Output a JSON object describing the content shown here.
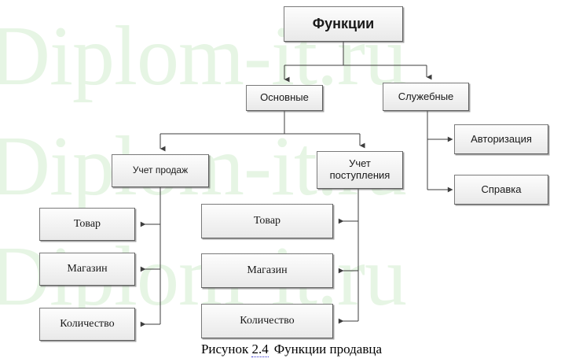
{
  "document": {
    "caption_prefix": "Рисунок",
    "caption_number": "2.4",
    "caption_title": "Функции продавца",
    "watermark_text": "Diplom-it.ru"
  },
  "colors": {
    "box_border": "#7a7a7a",
    "box_fill_top": "#fdfdfd",
    "box_fill_bottom": "#e9e9e9",
    "connector": "#3d3d3d",
    "watermark": "#e6f5e4",
    "caption_field_underline": "#3333cc"
  },
  "chart_data": {
    "type": "diagram",
    "diagram_kind": "tree",
    "title": "Функции продавца",
    "nodes": [
      {
        "id": "root",
        "label": "Функции",
        "level": 0
      },
      {
        "id": "main",
        "label": "Основные",
        "level": 1
      },
      {
        "id": "service",
        "label": "Служебные",
        "level": 1
      },
      {
        "id": "auth",
        "label": "Авторизация",
        "level": 2
      },
      {
        "id": "help",
        "label": "Справка",
        "level": 2
      },
      {
        "id": "sales",
        "label": "Учет продаж",
        "level": 2
      },
      {
        "id": "receipt",
        "label": "Учет поступления",
        "level": 2
      },
      {
        "id": "sales-goods",
        "label": "Товар",
        "level": 3
      },
      {
        "id": "sales-shop",
        "label": "Магазин",
        "level": 3
      },
      {
        "id": "sales-qty",
        "label": "Количество",
        "level": 3
      },
      {
        "id": "receipt-goods",
        "label": "Товар",
        "level": 3
      },
      {
        "id": "receipt-shop",
        "label": "Магазин",
        "level": 3
      },
      {
        "id": "receipt-qty",
        "label": "Количество",
        "level": 3
      }
    ],
    "edges": [
      {
        "from": "root",
        "to": "main"
      },
      {
        "from": "root",
        "to": "service"
      },
      {
        "from": "service",
        "to": "auth"
      },
      {
        "from": "service",
        "to": "help"
      },
      {
        "from": "main",
        "to": "sales"
      },
      {
        "from": "main",
        "to": "receipt"
      },
      {
        "from": "sales",
        "to": "sales-goods"
      },
      {
        "from": "sales",
        "to": "sales-shop"
      },
      {
        "from": "sales",
        "to": "sales-qty"
      },
      {
        "from": "receipt",
        "to": "receipt-goods"
      },
      {
        "from": "receipt",
        "to": "receipt-shop"
      },
      {
        "from": "receipt",
        "to": "receipt-qty"
      }
    ]
  },
  "nodes": {
    "root": "Функции",
    "main": "Основные",
    "service": "Служебные",
    "auth": "Авторизация",
    "help": "Справка",
    "sales": "Учет продаж",
    "receipt_line1": "Учет",
    "receipt_line2": "поступления",
    "sales_goods": "Товар",
    "sales_shop": "Магазин",
    "sales_qty": "Количество",
    "receipt_goods": "Товар",
    "receipt_shop": "Магазин",
    "receipt_qty": "Количество"
  }
}
